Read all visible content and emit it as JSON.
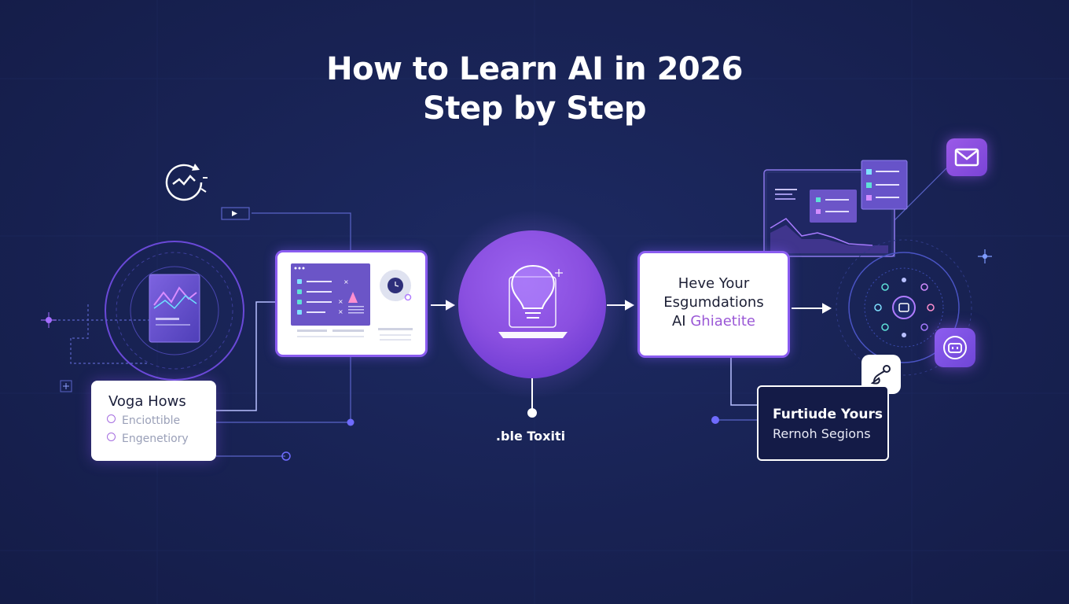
{
  "title": {
    "line1": "How to Learn AI in 2026",
    "line2": "Step by Step"
  },
  "left_card": {
    "title": "Voga Hows",
    "items": [
      "Enciottible",
      "Engenetiory"
    ]
  },
  "center_caption": ".ble Toxiti",
  "right_panel": {
    "line1": "Heve Your",
    "line2": "Esgumdations",
    "line3_prefix": "AI",
    "line3_accent": "Ghiaetite"
  },
  "right_card": {
    "title": "Furtiude Yours",
    "subtitle": "Rernoh Segions"
  },
  "colors": {
    "background": "#17214f",
    "accent_purple": "#8a5cf0",
    "text_accent": "#9a57d6",
    "line": "#5a63c8"
  },
  "icons": [
    "trend-clock-icon",
    "play-icon",
    "plus-icon",
    "lightbulb-laptop-icon",
    "mail-icon",
    "bot-icon",
    "tool-icon",
    "sparkle-icon"
  ]
}
